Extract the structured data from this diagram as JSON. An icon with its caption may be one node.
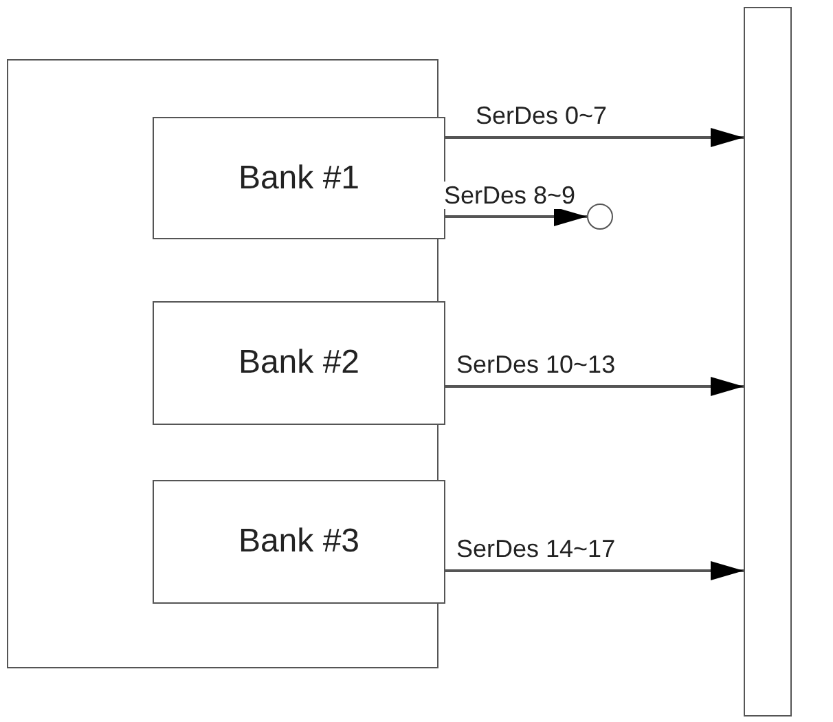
{
  "diagram": {
    "nodes": [
      {
        "text": [],
        "shape": "box"
      },
      {
        "text": [
          "Bank #1"
        ],
        "in": 0
      },
      {
        "text": [
          "Bank #2"
        ],
        "in": 0
      },
      {
        "text": [
          "Bank #3"
        ],
        "in": 0
      },
      {
        "text": [],
        "shape": "bar"
      },
      {
        "text": [],
        "shape": "circle"
      }
    ],
    "edges": [
      {
        "from": 1,
        "to": 4,
        "arrow": "to",
        "label": "SerDes 0~7"
      },
      {
        "from": 1,
        "to": 5,
        "arrow": "to",
        "label": "SerDes 8~9"
      },
      {
        "from": 2,
        "to": 4,
        "arrow": "to",
        "label": "SerDes 10~13"
      },
      {
        "from": 3,
        "to": 4,
        "arrow": "to",
        "label": "SerDes 14~17"
      }
    ]
  }
}
